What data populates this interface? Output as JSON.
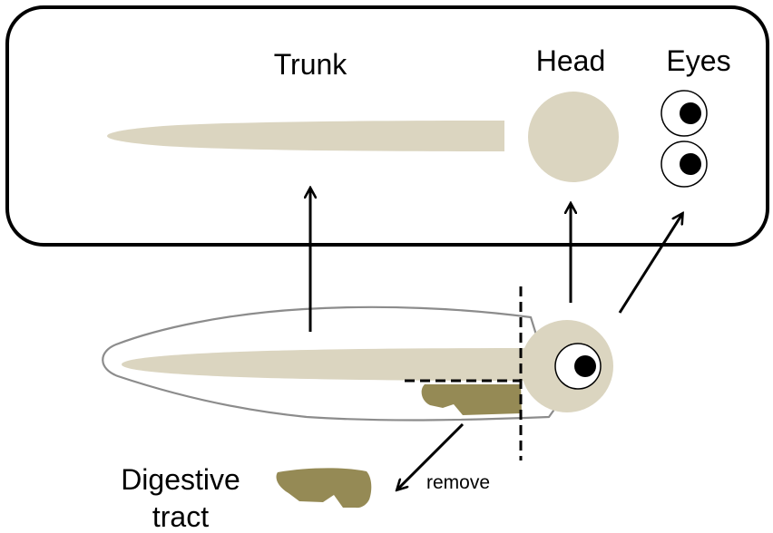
{
  "labels": {
    "trunk": "Trunk",
    "head": "Head",
    "eyes": "Eyes",
    "digestive_line1": "Digestive",
    "digestive_line2": "tract",
    "remove": "remove"
  },
  "colors": {
    "tissue": "#dbd5c0",
    "gut": "#958a55",
    "outline": "#8c8c8c",
    "ink": "#000000",
    "background": "#ffffff"
  }
}
